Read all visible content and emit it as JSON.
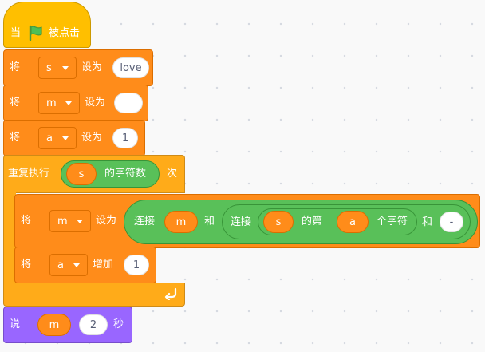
{
  "colors": {
    "events": "#ffbf00",
    "variables": "#ff8c1a",
    "control": "#ffab19",
    "looks": "#9966ff",
    "operators": "#59c059"
  },
  "icons": {
    "flag": "green-flag-icon",
    "loop_arrow": "loop-arrow-icon"
  },
  "hat": {
    "when": "当",
    "clicked": "被点击"
  },
  "set_s": {
    "verb": "将",
    "var": "s",
    "to": "设为",
    "value": "love"
  },
  "set_m": {
    "verb": "将",
    "var": "m",
    "to": "设为",
    "value": ""
  },
  "set_a": {
    "verb": "将",
    "var": "a",
    "to": "设为",
    "value": "1"
  },
  "repeat": {
    "label": "重复执行",
    "times": "次",
    "length_of": {
      "var": "s",
      "label": "的字符数"
    }
  },
  "inner_set_m": {
    "verb": "将",
    "var": "m",
    "to": "设为",
    "join_outer": {
      "label": "连接",
      "left": "m",
      "and": "和",
      "join_inner": {
        "label": "连接",
        "letter_of": {
          "var": "s",
          "nth": "的第",
          "index": "a",
          "char": "个字符"
        },
        "and": "和",
        "right": "-"
      }
    }
  },
  "change_a": {
    "verb": "将",
    "var": "a",
    "by": "增加",
    "value": "1"
  },
  "say": {
    "verb": "说",
    "var": "m",
    "secs": "2",
    "unit": "秒"
  }
}
